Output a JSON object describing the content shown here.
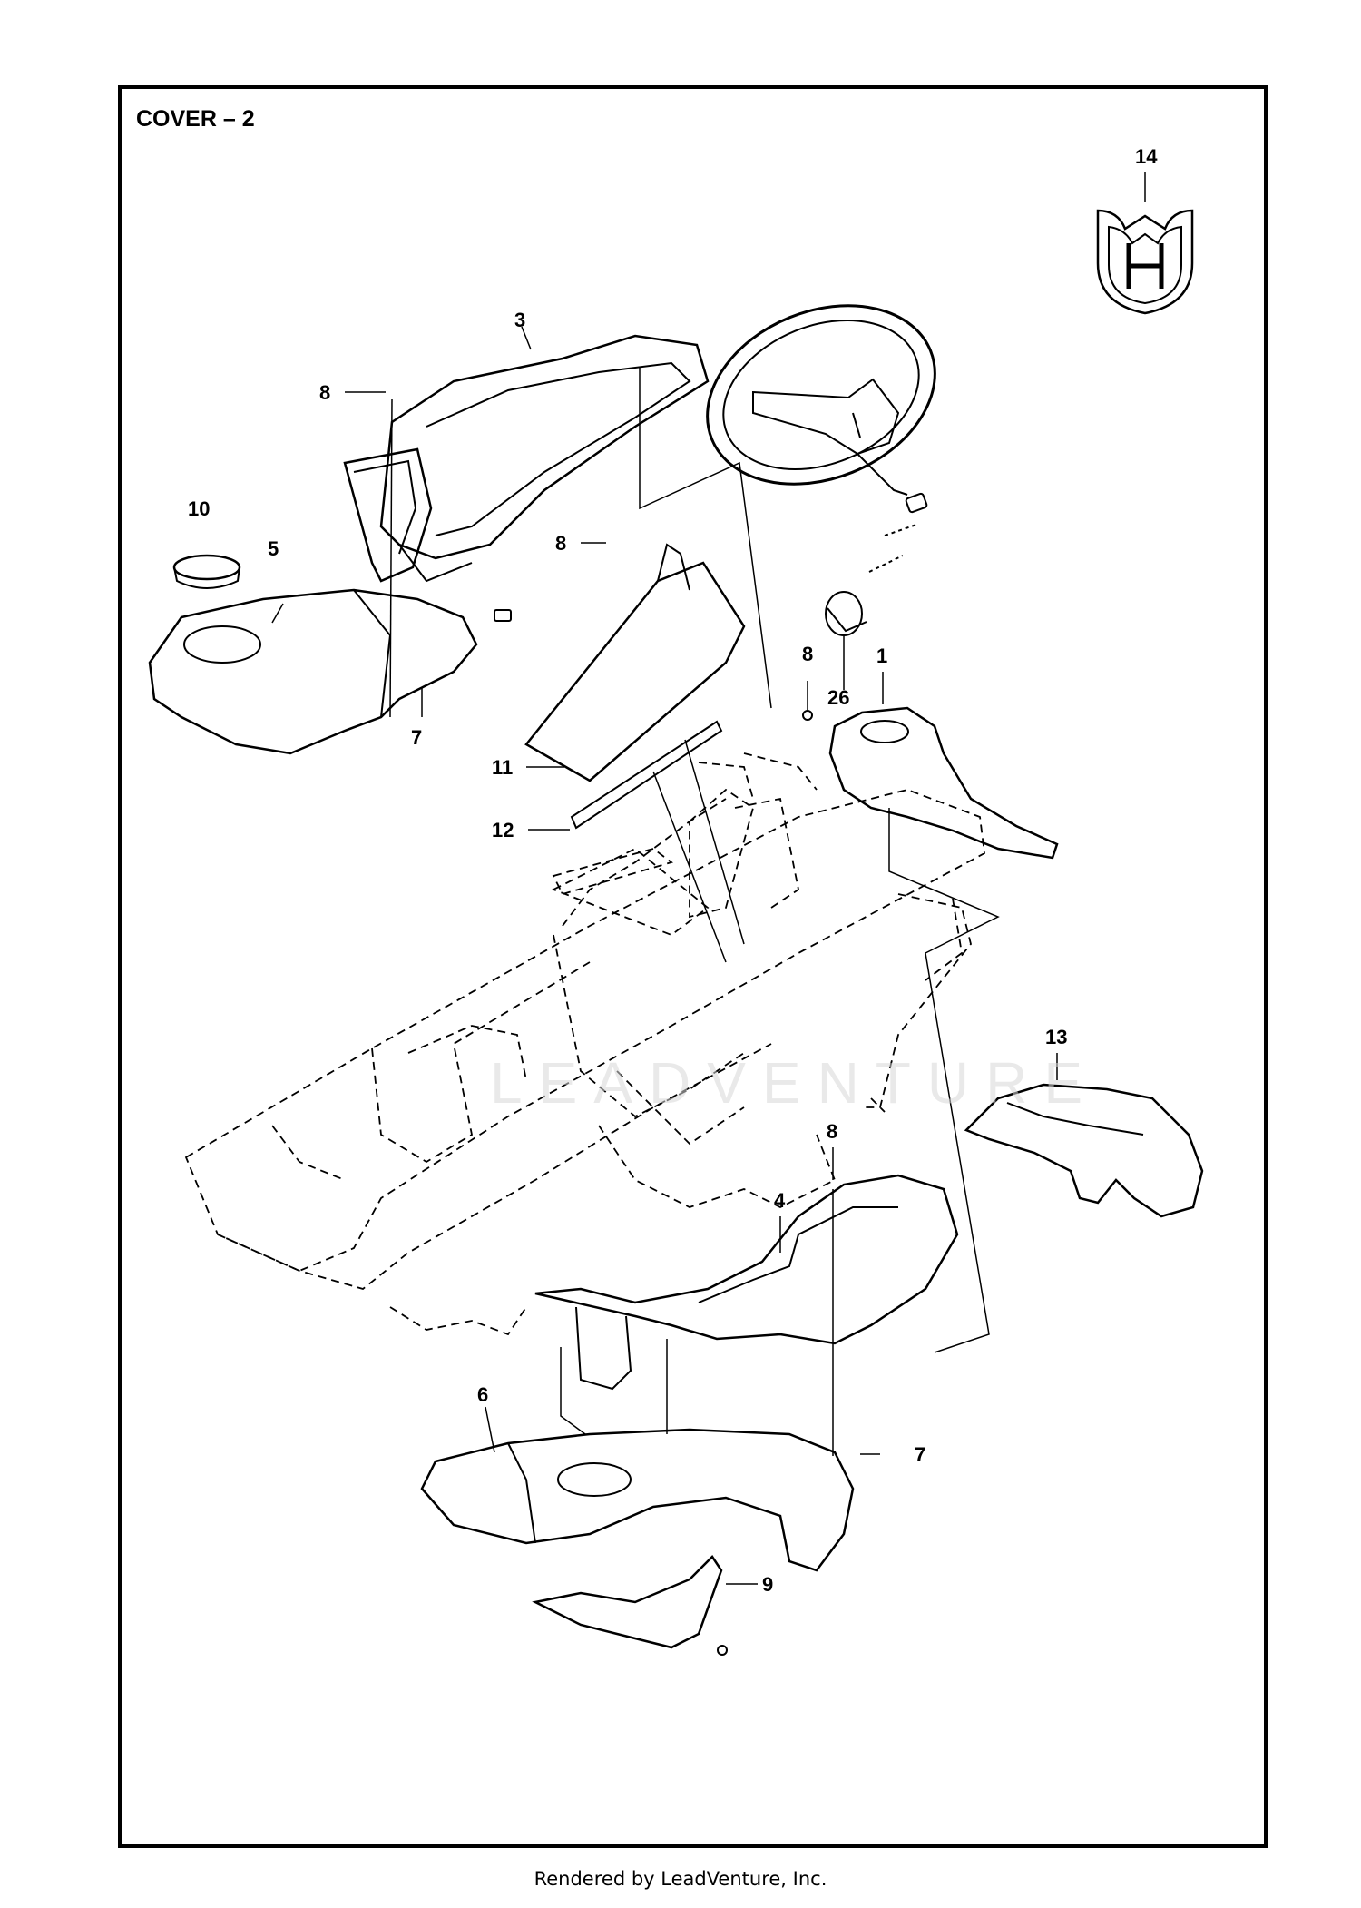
{
  "title": "COVER – 2",
  "watermark": "LEADVENTURE",
  "footer": "Rendered by LeadVenture, Inc.",
  "callouts": {
    "c1": "1",
    "c3": "3",
    "c4": "4",
    "c5": "5",
    "c6": "6",
    "c7a": "7",
    "c7b": "7",
    "c8a": "8",
    "c8b": "8",
    "c8c": "8",
    "c8d": "8",
    "c9": "9",
    "c10": "10",
    "c11": "11",
    "c12": "12",
    "c13": "13",
    "c14": "14",
    "c26": "26"
  },
  "parts": [
    "steering-wheel",
    "logo-emblem",
    "dash-cover",
    "frame-chassis"
  ]
}
